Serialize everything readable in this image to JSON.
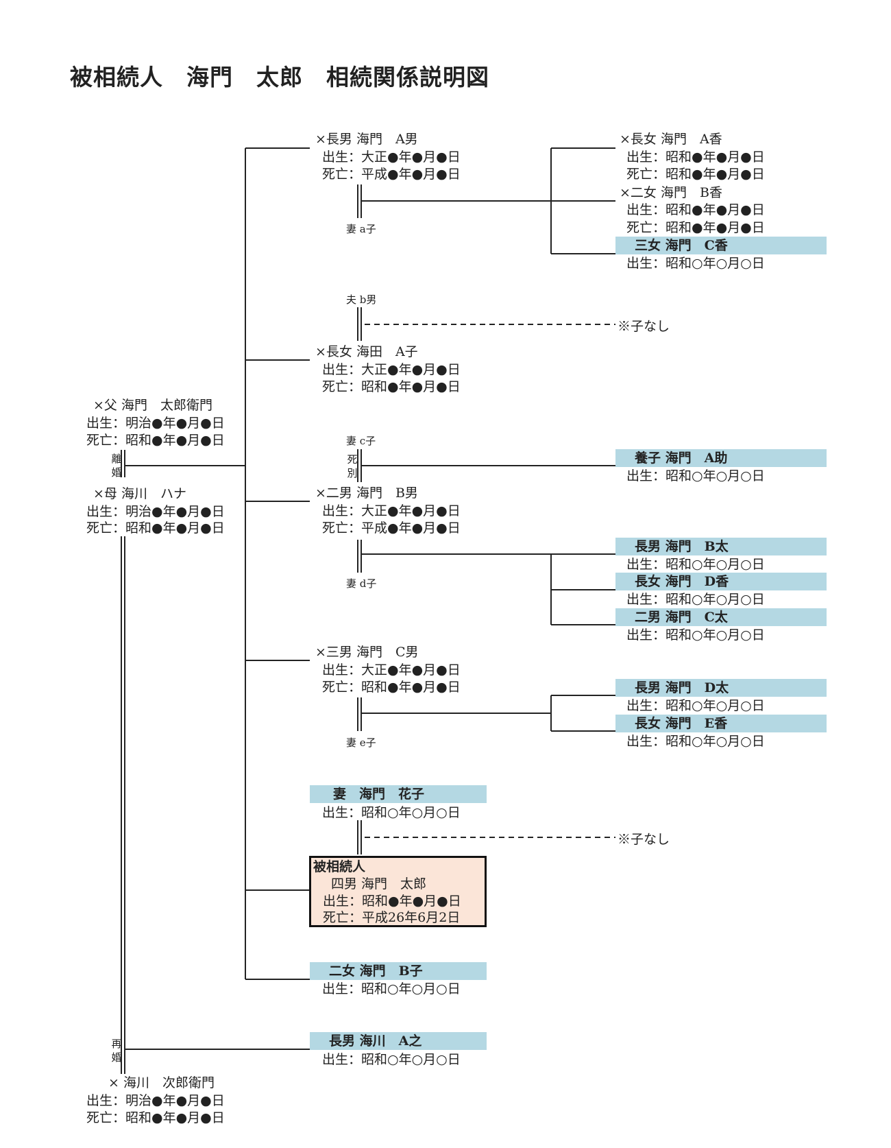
{
  "title": "被相続人　海門　太郎　相続関係説明図",
  "father": {
    "name": "×父 海門　太郎衛門",
    "birth": "出生：明治●年●月●日",
    "death": "死亡：昭和●年●月●日"
  },
  "mother": {
    "name": "×母 海川　ハナ",
    "birth": "出生：明治●年●月●日",
    "death": "死亡：昭和●年●月●日"
  },
  "rikon": [
    "離",
    "婚"
  ],
  "saikon": [
    "再",
    "婚"
  ],
  "stepfather": {
    "name": "× 海川　次郎衛門",
    "birth": "出生：明治●年●月●日",
    "death": "死亡：昭和●年●月●日"
  },
  "son1": {
    "name": "×長男 海門　A男",
    "birth": "出生：大正●年●月●日",
    "death": "死亡：平成●年●月●日",
    "spouse": "妻 a子"
  },
  "son1_children": [
    {
      "name": "×長女 海門　A香",
      "birth": "出生：昭和●年●月●日",
      "death": "死亡：昭和●年●月●日"
    },
    {
      "name": "×二女 海門　B香",
      "birth": "出生：昭和●年●月●日",
      "death": "死亡：昭和●年●月●日"
    },
    {
      "name": "三女 海門　C香",
      "birth": "出生：昭和○年○月○日"
    }
  ],
  "daughter1": {
    "name": "×長女 海田　A子",
    "birth": "出生：大正●年●月●日",
    "death": "死亡：昭和●年●月●日",
    "spouse": "夫 b男",
    "note": "※子なし"
  },
  "son2": {
    "name": "×二男 海門　B男",
    "birth": "出生：大正●年●月●日",
    "death": "死亡：平成●年●月●日",
    "spouse1": "妻 c子",
    "sibetsu": [
      "死",
      "別"
    ],
    "spouse2": "妻 d子"
  },
  "son2_adopted": {
    "name": "養子 海門　A助",
    "birth": "出生：昭和○年○月○日"
  },
  "son2_children": [
    {
      "name": "長男 海門　B太",
      "birth": "出生：昭和○年○月○日"
    },
    {
      "name": "長女 海門　D香",
      "birth": "出生：昭和○年○月○日"
    },
    {
      "name": "二男 海門　C太",
      "birth": "出生：昭和○年○月○日"
    }
  ],
  "son3": {
    "name": "×三男 海門　C男",
    "birth": "出生：大正●年●月●日",
    "death": "死亡：昭和●年●月●日",
    "spouse": "妻 e子"
  },
  "son3_children": [
    {
      "name": "長男 海門　D太",
      "birth": "出生：昭和○年○月○日"
    },
    {
      "name": "長女 海門　E香",
      "birth": "出生：昭和○年○月○日"
    }
  ],
  "wife": {
    "name": "妻　海門　花子",
    "birth": "出生：昭和○年○月○日",
    "note": "※子なし"
  },
  "decedent": {
    "label": "被相続人",
    "name": "四男 海門　太郎",
    "birth": "出生：昭和●年●月●日",
    "death": "死亡：平成26年6月2日"
  },
  "daughter2": {
    "name": "二女 海門　B子",
    "birth": "出生：昭和○年○月○日"
  },
  "halfbrother": {
    "name": "長男 海川　A之",
    "birth": "出生：昭和○年○月○日"
  }
}
